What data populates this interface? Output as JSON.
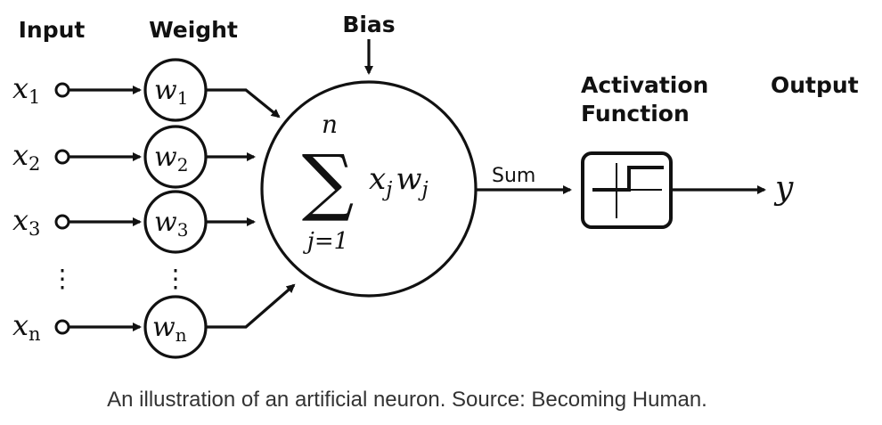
{
  "headers": {
    "input": "Input",
    "weight": "Weight",
    "bias": "Bias",
    "activation_line1": "Activation",
    "activation_line2": "Function",
    "output": "Output"
  },
  "inputs": [
    {
      "var": "x",
      "sub": "1"
    },
    {
      "var": "x",
      "sub": "2"
    },
    {
      "var": "x",
      "sub": "3"
    },
    {
      "var": "x",
      "sub": "n"
    }
  ],
  "weights": [
    {
      "var": "w",
      "sub": "1"
    },
    {
      "var": "w",
      "sub": "2"
    },
    {
      "var": "w",
      "sub": "3"
    },
    {
      "var": "w",
      "sub": "n"
    }
  ],
  "ellipsis": "⋮",
  "summation": {
    "sigma": "∑",
    "upper": "n",
    "lower": "j=1",
    "term": "x",
    "term_sub": "j",
    "term2": "w",
    "term2_sub": "j"
  },
  "sum_label": "Sum",
  "output_var": "y",
  "caption": "An illustration of an artificial neuron. Source: Becoming Human."
}
